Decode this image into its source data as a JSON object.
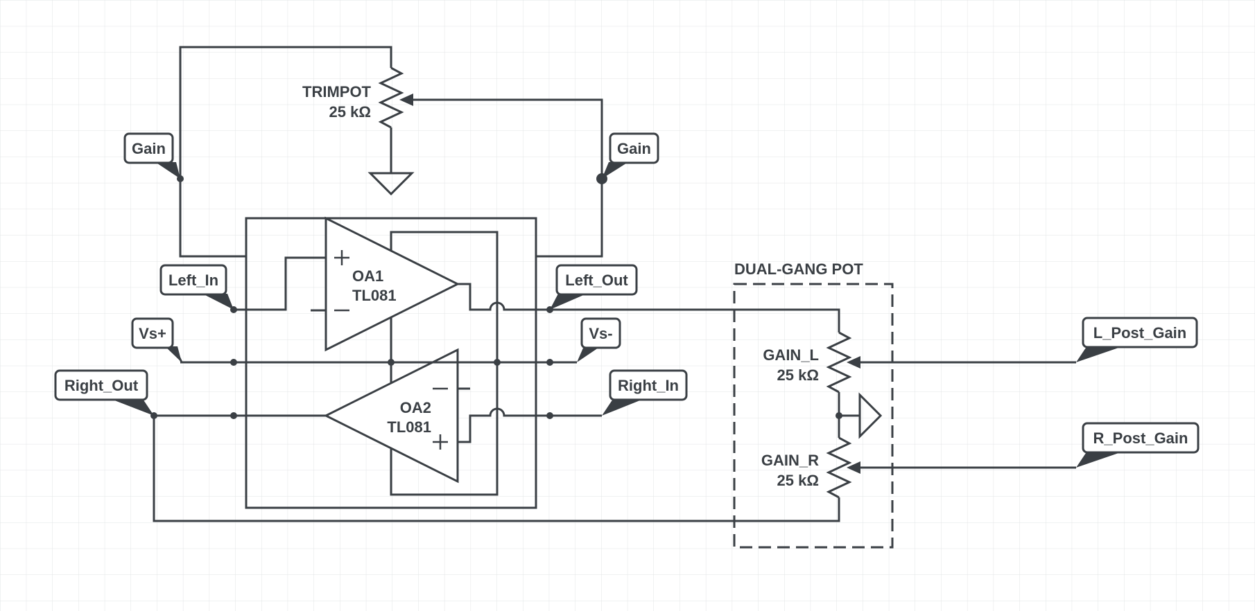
{
  "components": {
    "trimpot": {
      "name": "TRIMPOT",
      "value": "25 kΩ"
    },
    "oa1": {
      "name": "OA1",
      "part": "TL081"
    },
    "oa2": {
      "name": "OA2",
      "part": "TL081"
    },
    "dual_gang": {
      "title": "DUAL-GANG POT"
    },
    "gain_l": {
      "name": "GAIN_L",
      "value": "25 kΩ"
    },
    "gain_r": {
      "name": "GAIN_R",
      "value": "25 kΩ"
    }
  },
  "net_labels": {
    "gain_left": "Gain",
    "gain_right": "Gain",
    "left_in": "Left_In",
    "left_out": "Left_Out",
    "vs_plus": "Vs+",
    "vs_minus": "Vs-",
    "right_out": "Right_Out",
    "right_in": "Right_In",
    "l_post_gain": "L_Post_Gain",
    "r_post_gain": "R_Post_Gain"
  },
  "colors": {
    "ink": "#3a3f44",
    "grid": "#e2e4e6",
    "background": "#ffffff"
  }
}
